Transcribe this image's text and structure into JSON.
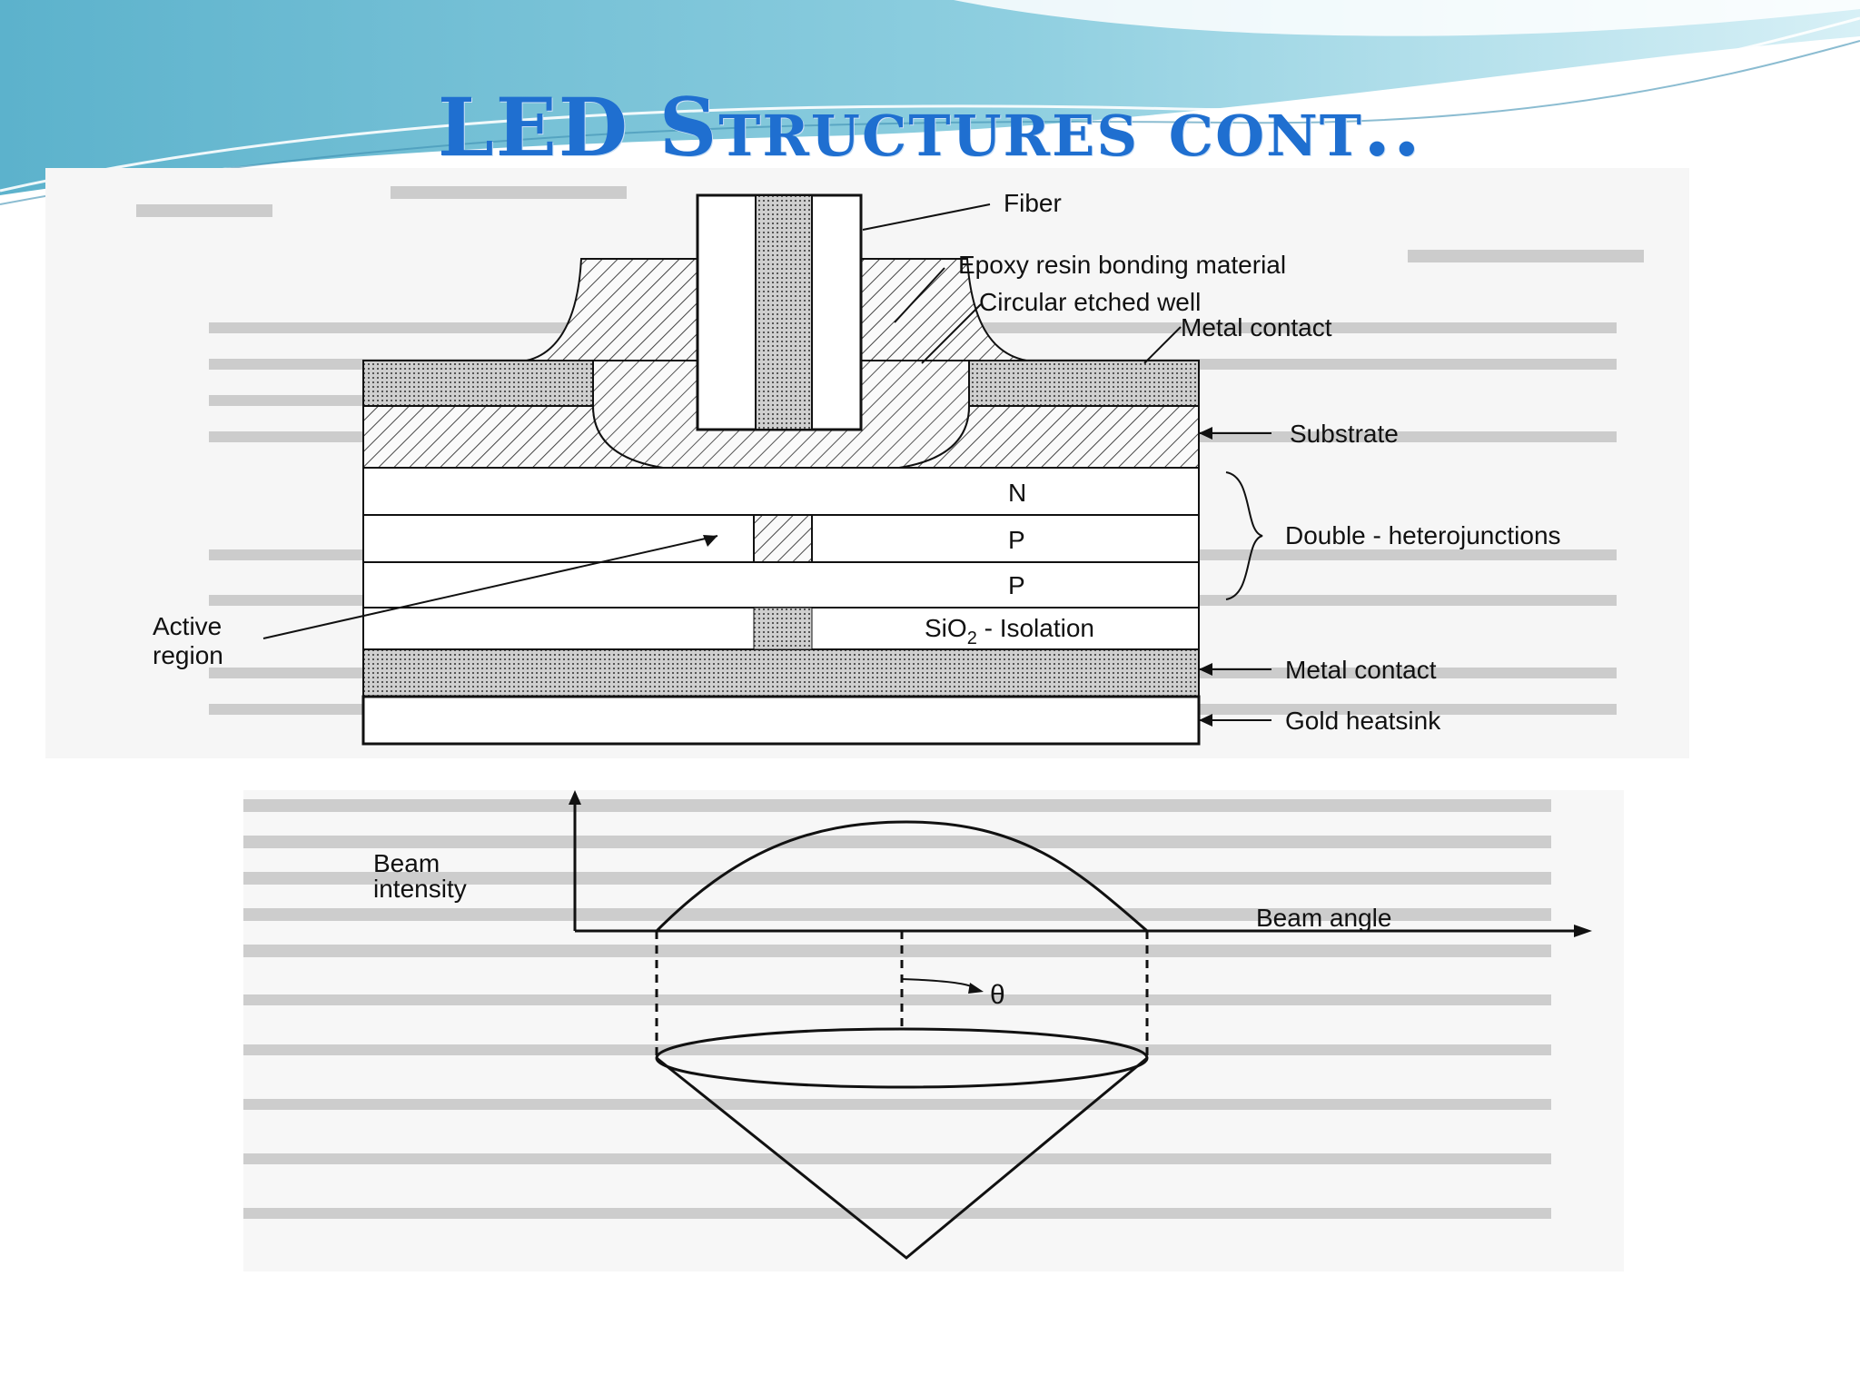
{
  "title": "LED Structures cont..",
  "top_diagram": {
    "labels": {
      "fiber": "Fiber",
      "epoxy": "Epoxy resin bonding material",
      "well": "Circular etched well",
      "metal_contact_top": "Metal contact",
      "substrate": "Substrate",
      "n_layer": "N",
      "p_layer_1": "P",
      "p_layer_2": "P",
      "double_hetero": "Double - heterojunctions",
      "sio2": "SiO",
      "sio2_sub": "2",
      "isolation": " - Isolation",
      "active_region_1": "Active",
      "active_region_2": "region",
      "metal_contact_bottom": "Metal contact",
      "gold_heatsink": "Gold heatsink"
    }
  },
  "bottom_diagram": {
    "labels": {
      "beam_intensity_1": "Beam",
      "beam_intensity_2": "intensity",
      "beam_angle": "Beam angle",
      "theta": "θ"
    }
  },
  "colors": {
    "title": "#1f6fd0",
    "wave_dark": "#4fa7c4",
    "wave_light": "#b7e2ee"
  }
}
